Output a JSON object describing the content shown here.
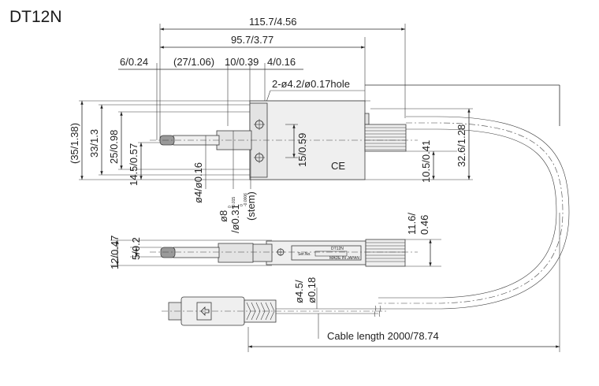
{
  "model": "DT12N",
  "dimensions": {
    "overall_length": "115.7/4.56",
    "body_length": "95.7/3.77",
    "d_6": "6/0.24",
    "d_27": "(27/1.06)",
    "d_10": "10/0.39",
    "d_4": "4/0.16",
    "hole": "2-ø4.2/ø0.17hole",
    "d_35": "(35/1.38)",
    "d_33": "33/1.3",
    "d_25": "25/0.98",
    "d_14_5": "14.5/0.57",
    "d_15": "15/0.59",
    "d_10_5": "10.5/0.41",
    "d_32_6": "32.6/1.28",
    "tip_dia": "ø4/ø0.16",
    "stem_dia_main": "ø8",
    "stem_tol_1": "0",
    "stem_tol_2": "-0.015",
    "stem_dia_inch": "/ø0.31",
    "stem_tol_3": "0",
    "stem_tol_4": "-0.0006",
    "stem_label": "(stem)",
    "d_11_6a": "11.6/",
    "d_11_6b": "0.46",
    "d_12": "12/0.47",
    "d_5": "5/0.2",
    "cable_dia_a": "ø4.5/",
    "cable_dia_b": "ø0.18",
    "cable_length": "Cable length  2000/78.74"
  },
  "labels": {
    "ce_mark": "CE",
    "model_label": "DT12N",
    "serial_label": "Ser.No.",
    "made_in": "MADE IN JAPAN"
  }
}
